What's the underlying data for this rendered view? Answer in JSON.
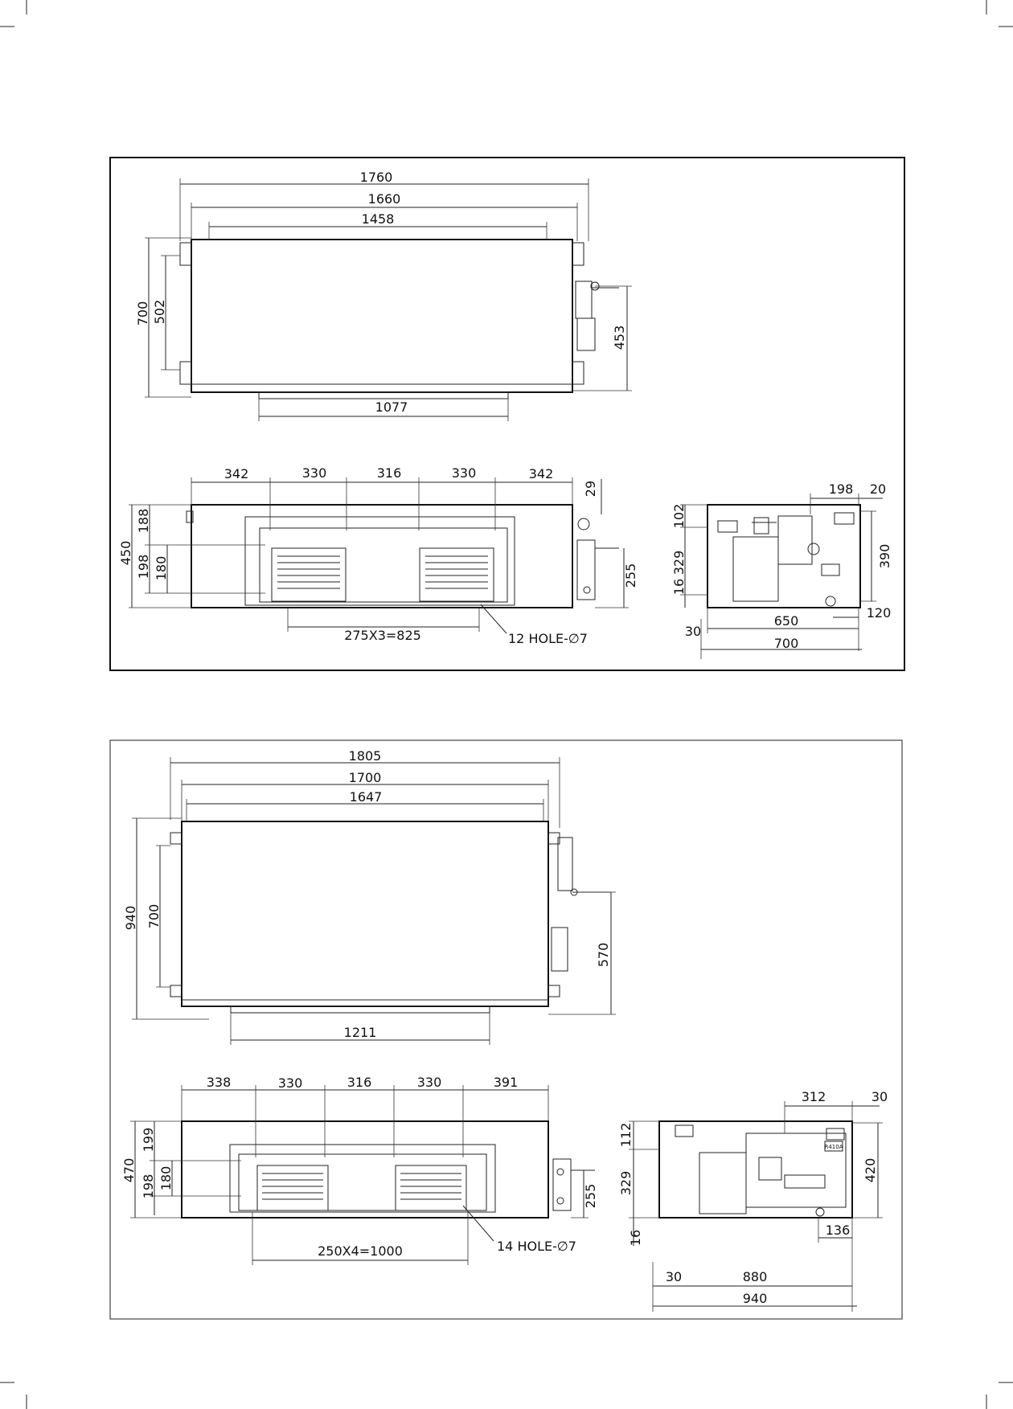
{
  "unit1": {
    "top": {
      "w_overall": "1760",
      "w_mount": "1660",
      "w_body": "1458",
      "h_overall": "700",
      "h_mount": "502",
      "pipe": "453",
      "outlet_w": "1077"
    },
    "front": {
      "seg1": "342",
      "seg2": "330",
      "seg3": "316",
      "seg4": "330",
      "seg5": "342",
      "top_off": "29",
      "h_overall": "450",
      "h_top": "188",
      "h_bottom": "198",
      "outlet_h": "180",
      "pipe_h": "255",
      "pitch": "275X3=825",
      "holes": "12 HOLE-∅7"
    },
    "side": {
      "w_top": "198",
      "w_edge": "20",
      "h_top": "102",
      "h_mid": "329",
      "h_bot": "16",
      "h_right": "390",
      "bot_right": "120",
      "w_mid": "650",
      "w_left": "30",
      "w_overall": "700"
    }
  },
  "unit2": {
    "top": {
      "w_overall": "1805",
      "w_mount": "1700",
      "w_body": "1647",
      "h_overall": "940",
      "h_mount": "700",
      "pipe": "570",
      "outlet_w": "1211"
    },
    "front": {
      "seg1": "338",
      "seg2": "330",
      "seg3": "316",
      "seg4": "330",
      "seg5": "391",
      "h_overall": "470",
      "h_top": "199",
      "h_bottom": "198",
      "outlet_h": "180",
      "pipe_h": "255",
      "pitch": "250X4=1000",
      "holes": "14 HOLE-∅7"
    },
    "side": {
      "w_top": "312",
      "w_edge": "30",
      "h_top": "112",
      "h_mid": "329",
      "h_bot": "16",
      "h_right": "420",
      "bot_right": "136",
      "w_left": "30",
      "w_mid": "880",
      "w_overall": "940",
      "label": "R410A"
    }
  }
}
